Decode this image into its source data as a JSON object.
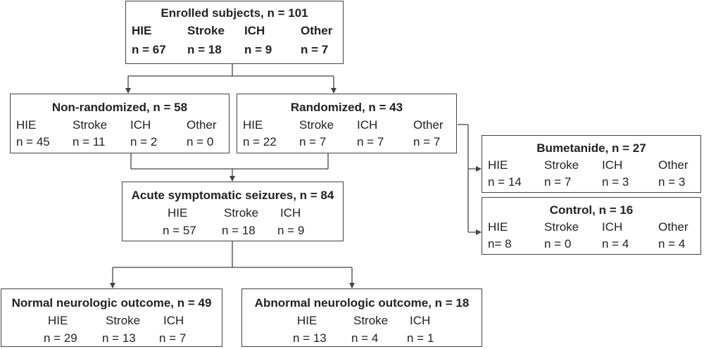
{
  "enrolled": {
    "title": "Enrolled subjects, n = 101",
    "labels": [
      "HIE",
      "Stroke",
      "ICH",
      "Other"
    ],
    "counts": [
      "n = 67",
      "n = 18",
      "n = 9",
      "n = 7"
    ]
  },
  "nonrandomized": {
    "title": "Non-randomized, n = 58",
    "labels": [
      "HIE",
      "Stroke",
      "ICH",
      "Other"
    ],
    "counts": [
      "n = 45",
      "n = 11",
      "n = 2",
      "n = 0"
    ]
  },
  "randomized": {
    "title": "Randomized, n = 43",
    "labels": [
      "HIE",
      "Stroke",
      "ICH",
      "Other"
    ],
    "counts": [
      "n = 22",
      "n = 7",
      "n = 7",
      "n = 7"
    ]
  },
  "bumetanide": {
    "title": "Bumetanide, n = 27",
    "labels": [
      "HIE",
      "Stroke",
      "ICH",
      "Other"
    ],
    "counts": [
      "n = 14",
      "n = 7",
      "n = 3",
      "n = 3"
    ]
  },
  "control": {
    "title": "Control, n = 16",
    "labels": [
      "HIE",
      "Stroke",
      "ICH",
      "Other"
    ],
    "counts": [
      "n= 8",
      "n = 0",
      "n = 4",
      "n = 4"
    ]
  },
  "acute": {
    "title": "Acute symptomatic seizures, n = 84",
    "labels": [
      "HIE",
      "Stroke",
      "ICH"
    ],
    "counts": [
      "n = 57",
      "n = 18",
      "n = 9"
    ]
  },
  "normal": {
    "title": "Normal neurologic outcome, n = 49",
    "labels": [
      "HIE",
      "Stroke",
      "ICH"
    ],
    "counts": [
      "n = 29",
      "n = 13",
      "n = 7"
    ]
  },
  "abnormal": {
    "title": "Abnormal neurologic outcome, n = 18",
    "labels": [
      "HIE",
      "Stroke",
      "ICH"
    ],
    "counts": [
      "n = 13",
      "n = 4",
      "n = 1"
    ]
  }
}
